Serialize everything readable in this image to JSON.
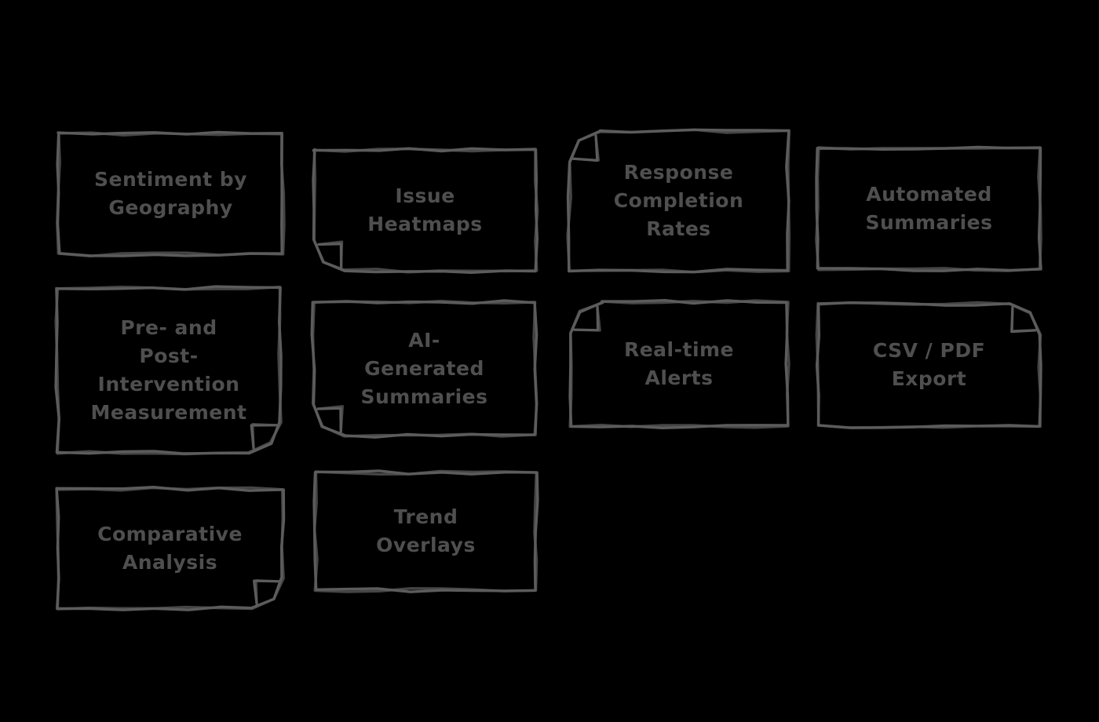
{
  "colors": {
    "background": "#000000",
    "stroke": "#5c5c5c",
    "text": "#4f4f4f"
  },
  "cards": [
    {
      "label": "Sentiment by\nGeography"
    },
    {
      "label": "Issue\nHeatmaps"
    },
    {
      "label": "Response\nCompletion\nRates"
    },
    {
      "label": "Automated\nSummaries"
    },
    {
      "label": "Pre- and\nPost-\nIntervention\nMeasurement"
    },
    {
      "label": "AI-\nGenerated\nSummaries"
    },
    {
      "label": "Real-time\nAlerts"
    },
    {
      "label": "CSV / PDF\nExport"
    },
    {
      "label": "Comparative\nAnalysis"
    },
    {
      "label": "Trend\nOverlays"
    }
  ]
}
